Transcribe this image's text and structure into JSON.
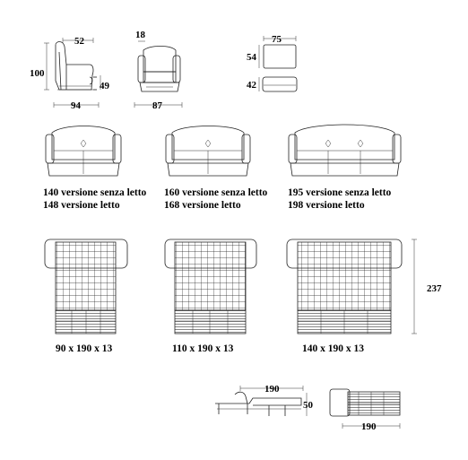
{
  "armchair": {
    "side_depth": "52",
    "height": "100",
    "seat_height": "49",
    "overall_depth": "94",
    "arm_width": "18",
    "front_width": "87"
  },
  "pouf": {
    "width": "75",
    "depth": "54",
    "height": "42"
  },
  "sofas": [
    {
      "line1": "140 versione senza letto",
      "line2": "148 versione letto"
    },
    {
      "line1": "160 versione senza letto",
      "line2": "168 versione letto"
    },
    {
      "line1": "195 versione senza letto",
      "line2": "198 versione letto"
    }
  ],
  "beds": [
    {
      "size": "90 x 190 x 13"
    },
    {
      "size": "110 x 190 x 13"
    },
    {
      "size": "140 x 190 x 13"
    }
  ],
  "bed_open_depth": "237",
  "mechanism": {
    "length_top": "190",
    "height": "50",
    "length_bottom": "190"
  }
}
